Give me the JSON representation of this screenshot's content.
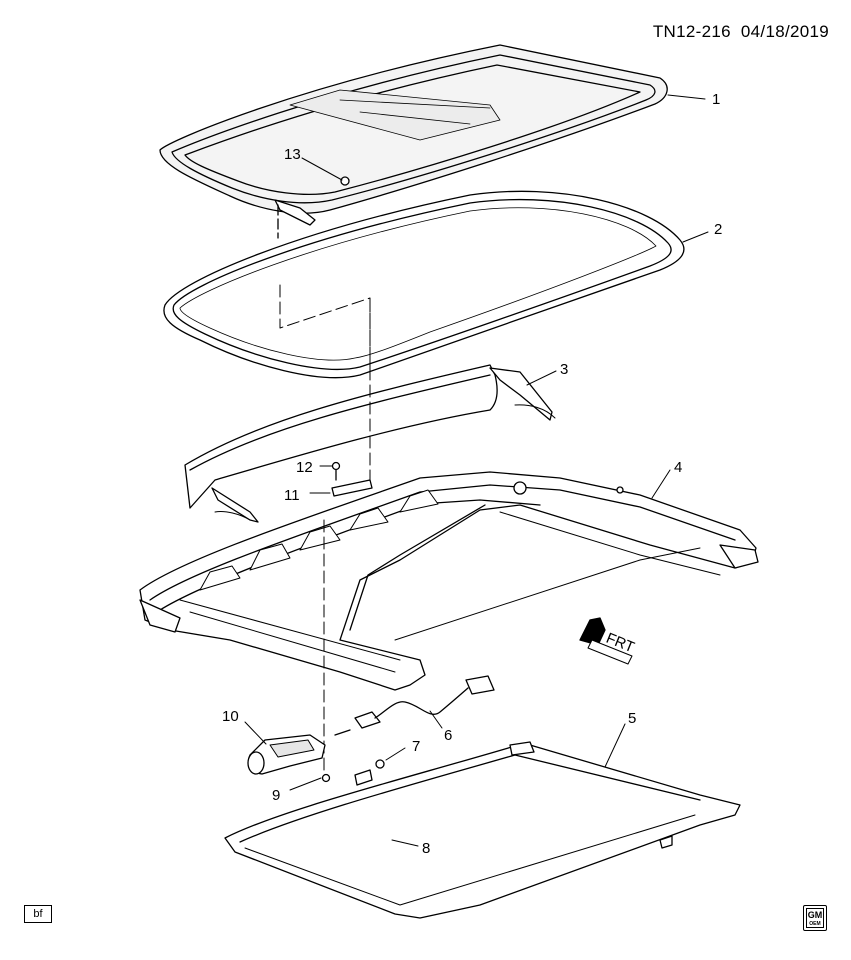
{
  "header": {
    "illustration_code": "TN12-216",
    "date": "04/18/2019"
  },
  "footer": {
    "tag": "bf",
    "logo_text": "GM",
    "logo_subtext": "OEM"
  },
  "front_indicator": {
    "label": "FRT"
  },
  "callouts": [
    {
      "number": "1",
      "part": "sunroof-window-glass"
    },
    {
      "number": "2",
      "part": "sunroof-weatherstrip"
    },
    {
      "number": "3",
      "part": "wind-deflector"
    },
    {
      "number": "4",
      "part": "sunroof-housing-frame"
    },
    {
      "number": "5",
      "part": "sunshade"
    },
    {
      "number": "6",
      "part": "wiring-harness"
    },
    {
      "number": "7",
      "part": "bolt-screw"
    },
    {
      "number": "8",
      "part": "sunshade-handle"
    },
    {
      "number": "9",
      "part": "bolt-screw"
    },
    {
      "number": "10",
      "part": "sunroof-motor"
    },
    {
      "number": "11",
      "part": "bracket"
    },
    {
      "number": "12",
      "part": "bolt-screw"
    },
    {
      "number": "13",
      "part": "nut-fastener"
    }
  ],
  "colors": {
    "line": "#000000",
    "fill": "#ffffff",
    "shade": "#e6e6e6",
    "glass": "#f4f4f4"
  }
}
